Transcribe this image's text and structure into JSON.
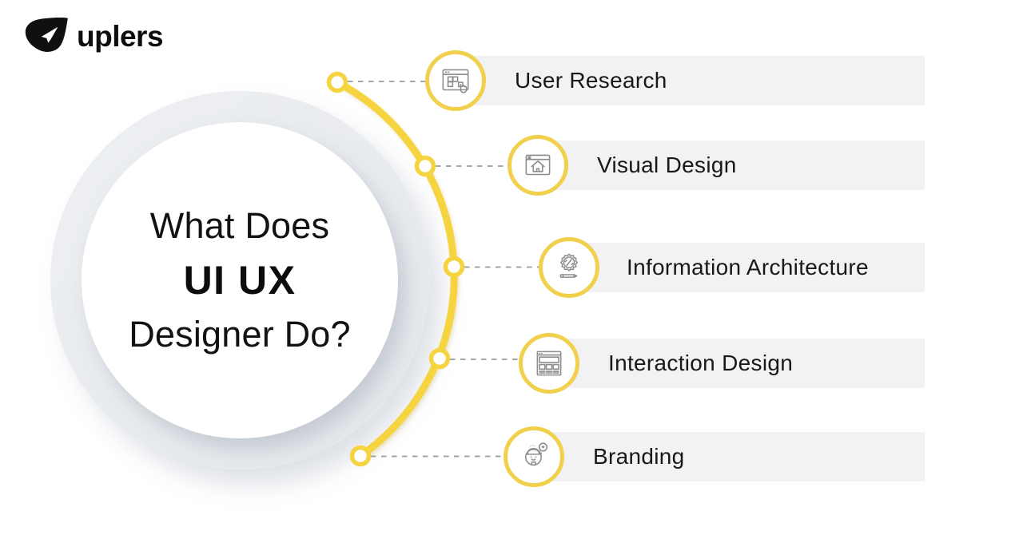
{
  "brand": {
    "logo_text": "uplers",
    "logo_icon": "uplers-plectrum-paper-plane"
  },
  "title": {
    "line1": "What Does",
    "line2": "UI UX",
    "line3": "Designer Do?"
  },
  "items": [
    {
      "label": "User Research",
      "icon": "browser-window-pointer-hand-icon"
    },
    {
      "label": "Visual Design",
      "icon": "browser-window-home-icon"
    },
    {
      "label": "Information Architecture",
      "icon": "code-badge-pencil-icon"
    },
    {
      "label": "Interaction Design",
      "icon": "wireframe-layout-icon"
    },
    {
      "label": "Branding",
      "icon": "mascot-face-heart-bubble-icon"
    }
  ],
  "colors": {
    "accent_yellow_arc": "#F6D43F",
    "accent_yellow_ring": "#F1D04E",
    "bar_gray": "#F2F2F4",
    "ring_gray": "#E7EAEE",
    "icon_stroke_gray": "#8D8D8D",
    "connector_gray": "#9B9B9B",
    "text_dark": "#121214",
    "background": "#FFFFFF"
  }
}
